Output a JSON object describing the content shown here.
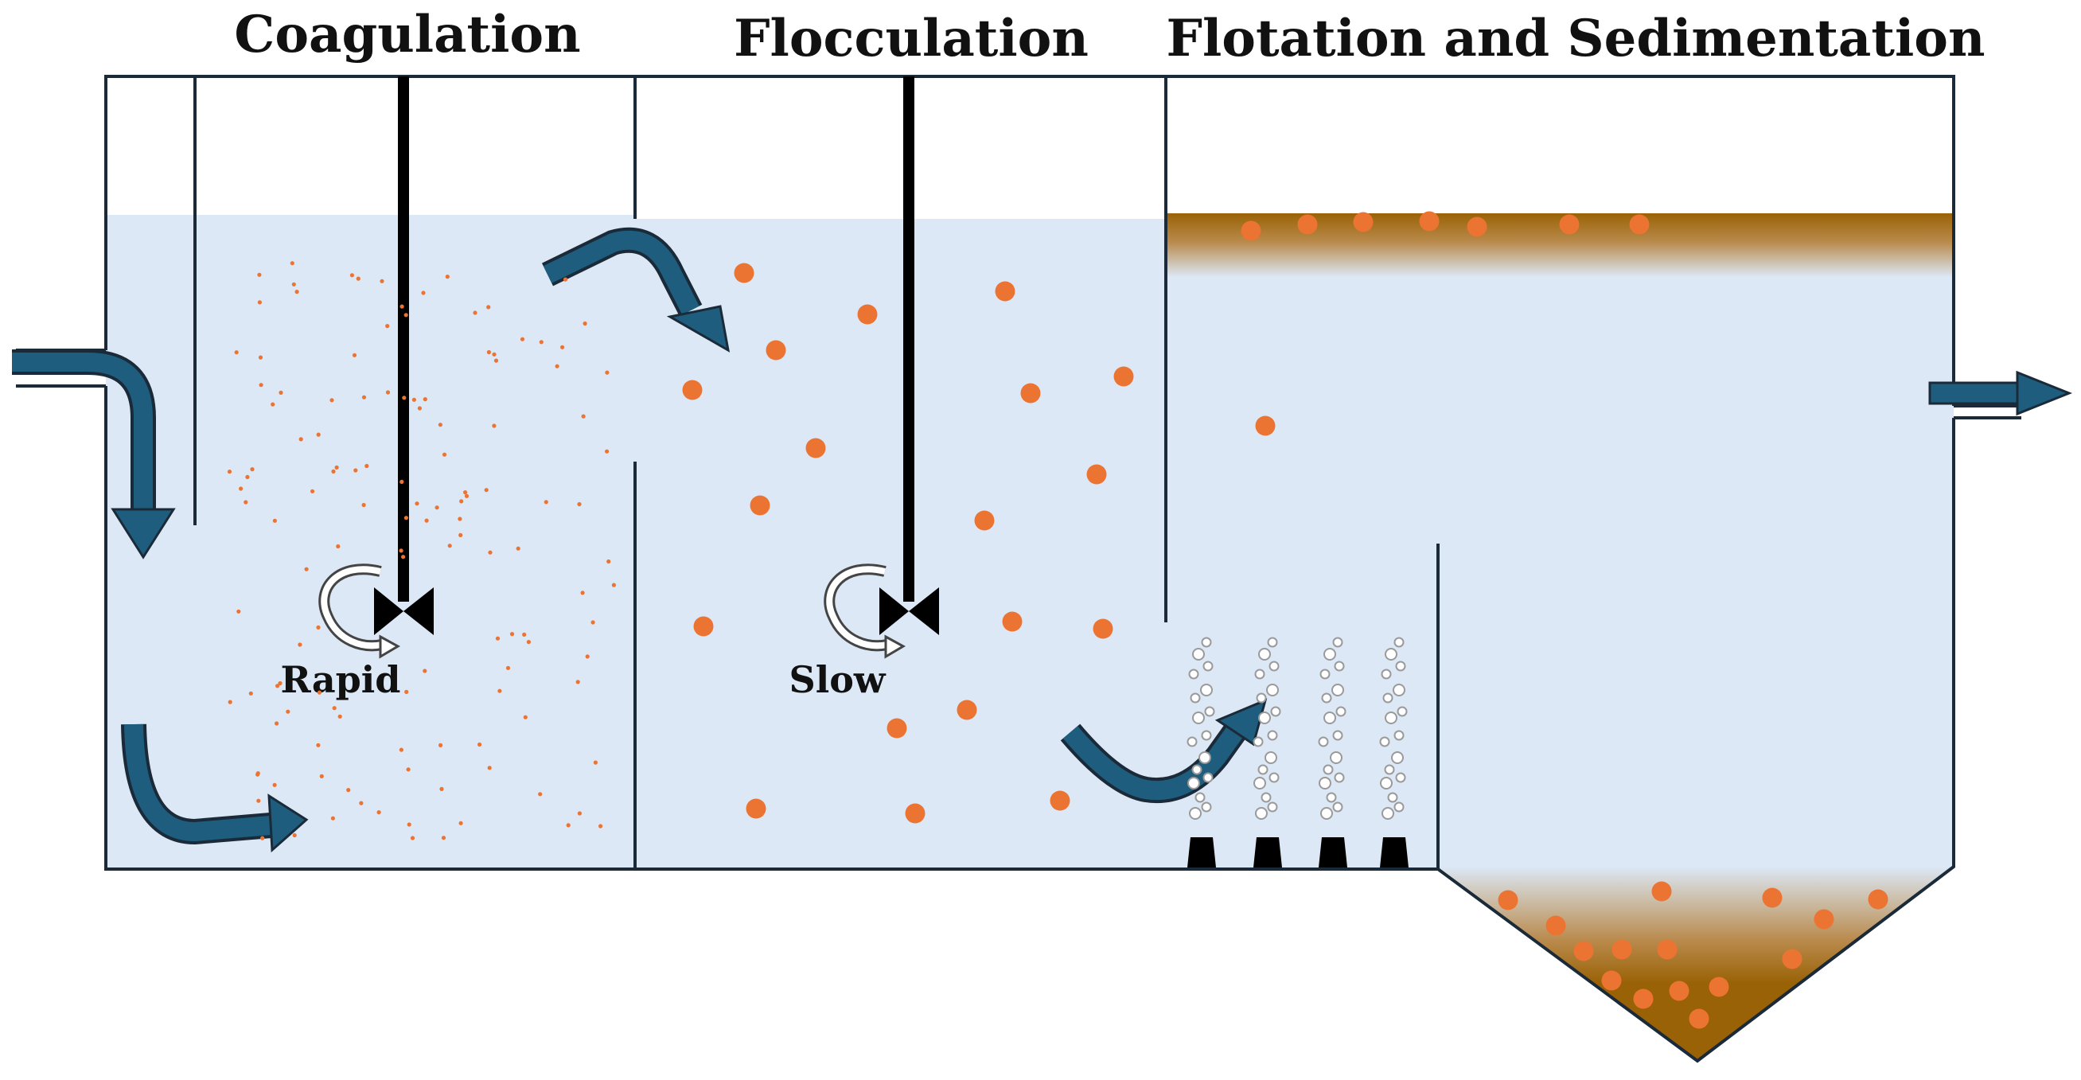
{
  "stages": {
    "coagulation": {
      "title": "Coagulation",
      "mixer_label": "Rapid"
    },
    "flocculation": {
      "title": "Flocculation",
      "mixer_label": "Slow"
    },
    "separation": {
      "title": "Flotation and Sedimentation"
    }
  },
  "colors": {
    "water": "#dce8f5",
    "tank_outline": "#1a2a38",
    "flow_arrow": "#1f5d7e",
    "particle": "#ec7432",
    "sludge": "#9a6206",
    "bubble": "#9a9a9a",
    "diffuser": "#000000",
    "rotation_arrow": "#ffffff"
  },
  "icons": {
    "inlet": "curved-inflow-arrow-icon",
    "outlet": "outflow-arrow-icon",
    "transfer": "curved-transfer-arrow-icon",
    "mixer": "impeller-icon",
    "rotation": "rotation-arrow-icon",
    "air_diffuser": "air-diffuser-icon",
    "bubbles": "air-bubble-icon"
  }
}
